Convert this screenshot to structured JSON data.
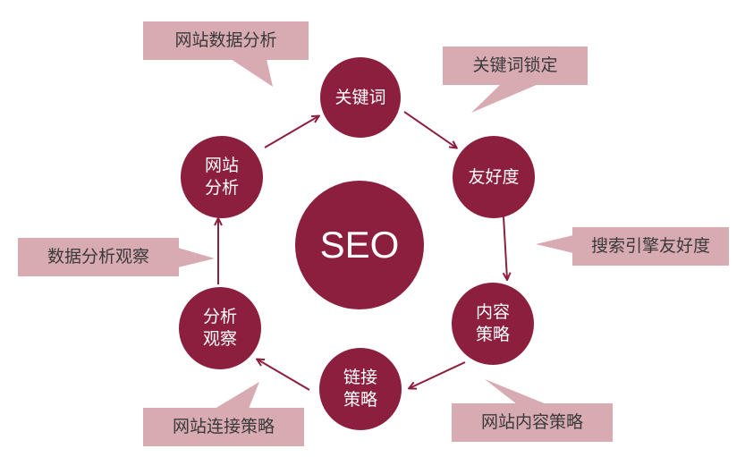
{
  "center": {
    "label": "SEO"
  },
  "nodes": {
    "keyword": {
      "lines": [
        "关键词"
      ]
    },
    "friendliness": {
      "lines": [
        "友好度"
      ]
    },
    "content_strategy": {
      "lines": [
        "内容",
        "策略"
      ]
    },
    "link_strategy": {
      "lines": [
        "链接",
        "策略"
      ]
    },
    "analysis_observation": {
      "lines": [
        "分析",
        "观察"
      ]
    },
    "site_analysis": {
      "lines": [
        "网站",
        "分析"
      ]
    }
  },
  "callouts": {
    "site_data_analysis": "网站数据分析",
    "keyword_lock": "关键词锁定",
    "search_engine_friendliness": "搜索引擎友好度",
    "site_content_strategy": "网站内容策略",
    "site_link_strategy": "网站连接策略",
    "data_analysis_observation": "数据分析观察"
  },
  "colors": {
    "node_fill": "#8c1f3e",
    "node_text": "#ffffff",
    "callout_fill": "#d8aab2",
    "callout_text": "#3a3a3a",
    "arrow": "#8c1f3e"
  }
}
